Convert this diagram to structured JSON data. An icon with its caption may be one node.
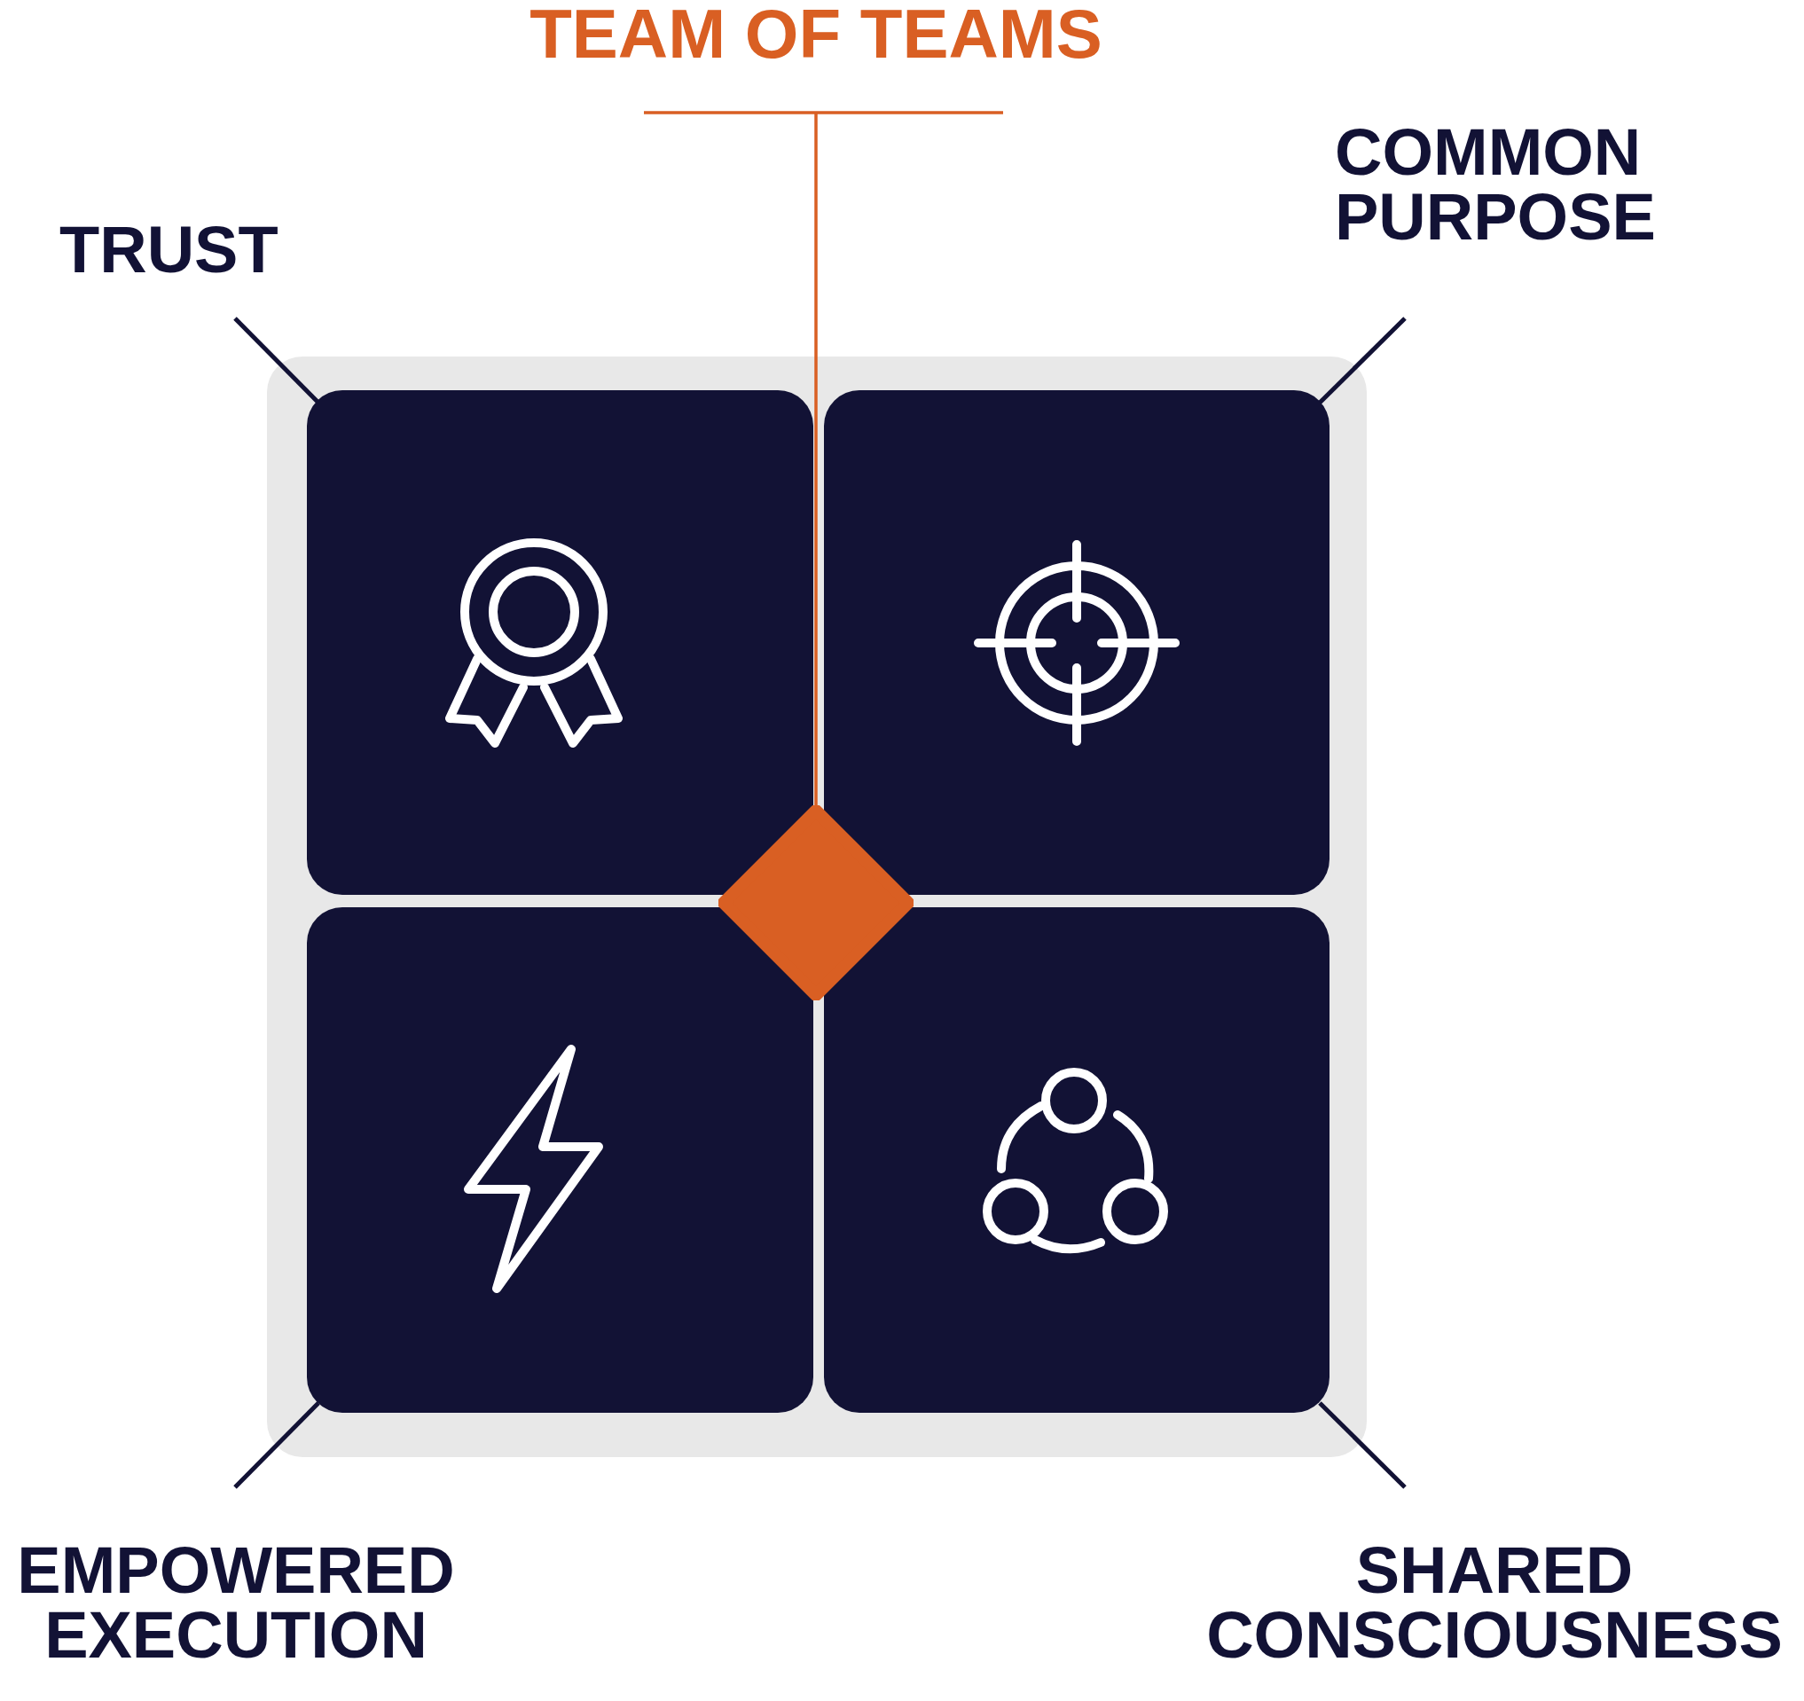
{
  "diagram": {
    "nodes": [
      {
        "text": [
          "TEAM OF TEAMS"
        ]
      },
      {
        "text": [
          "TRUST"
        ]
      },
      {
        "text": [
          "COMMON PURPOSE"
        ]
      },
      {
        "text": [],
        "shape": "box"
      },
      {
        "text": [],
        "shape": "box",
        "in": 3
      },
      {
        "text": [],
        "shape": "box",
        "in": 3
      },
      {
        "text": [],
        "shape": "box",
        "in": 3
      },
      {
        "text": [],
        "shape": "box",
        "in": 3
      },
      {
        "text": [],
        "shape": "diamond",
        "in": 3
      },
      {
        "text": [
          "EMPOWERED EXECUTION"
        ]
      },
      {
        "text": [
          "SHARED CONSCIOUSNESS"
        ]
      }
    ],
    "edges": [
      {
        "from": 0,
        "to": 8,
        "arrow": "none",
        "color": "#d95f23"
      },
      {
        "from": 1,
        "to": 4,
        "arrow": "none"
      },
      {
        "from": 2,
        "to": 5,
        "arrow": "none"
      },
      {
        "from": 9,
        "to": 6,
        "arrow": "none"
      },
      {
        "from": 10,
        "to": 7,
        "arrow": "none"
      }
    ]
  }
}
